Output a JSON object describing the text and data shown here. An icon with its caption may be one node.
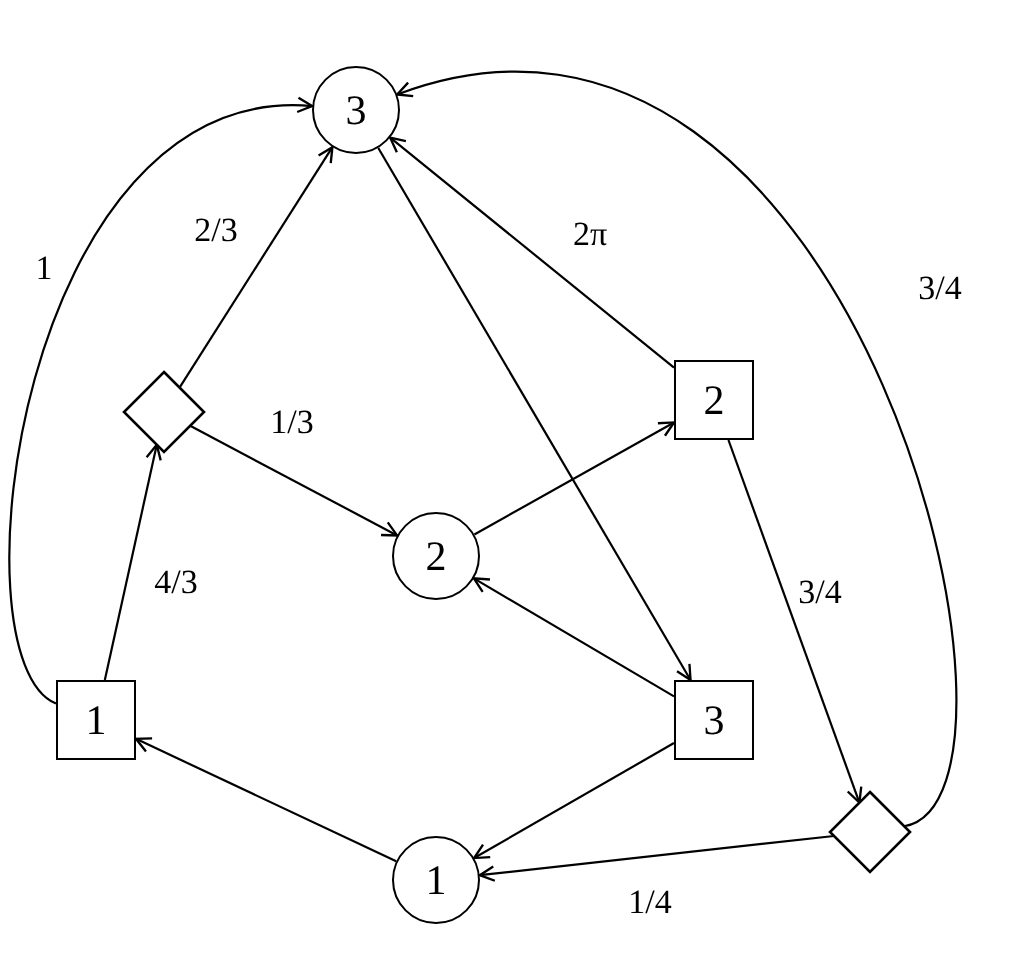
{
  "diagram": {
    "nodes": [
      {
        "text": [
          "3"
        ]
      },
      {
        "text": [],
        "shape": "diamond"
      },
      {
        "text": [
          "2"
        ]
      },
      {
        "text": [
          "2"
        ]
      },
      {
        "text": [
          "1"
        ]
      },
      {
        "text": [
          "3"
        ]
      },
      {
        "text": [
          "1"
        ]
      },
      {
        "text": [],
        "shape": "diamond"
      }
    ],
    "edges": [
      {
        "from": 4,
        "to": 0,
        "arrow": "to",
        "label": "1"
      },
      {
        "from": 1,
        "to": 0,
        "arrow": "to",
        "label": "2/3"
      },
      {
        "from": 1,
        "to": 3,
        "arrow": "to",
        "label": "1/3"
      },
      {
        "from": 4,
        "to": 1,
        "arrow": "to",
        "label": "4/3"
      },
      {
        "from": 2,
        "to": 0,
        "arrow": "to",
        "label": "2π"
      },
      {
        "from": 0,
        "to": 5,
        "arrow": "to"
      },
      {
        "from": 3,
        "to": 2,
        "arrow": "to"
      },
      {
        "from": 5,
        "to": 3,
        "arrow": "to"
      },
      {
        "from": 5,
        "to": 6,
        "arrow": "to"
      },
      {
        "from": 6,
        "to": 4,
        "arrow": "to"
      },
      {
        "from": 2,
        "to": 7,
        "arrow": "to",
        "label": "3/4"
      },
      {
        "from": 7,
        "to": 6,
        "arrow": "to",
        "label": "1/4"
      },
      {
        "from": 7,
        "to": 0,
        "arrow": "to",
        "label": "3/4"
      }
    ]
  }
}
